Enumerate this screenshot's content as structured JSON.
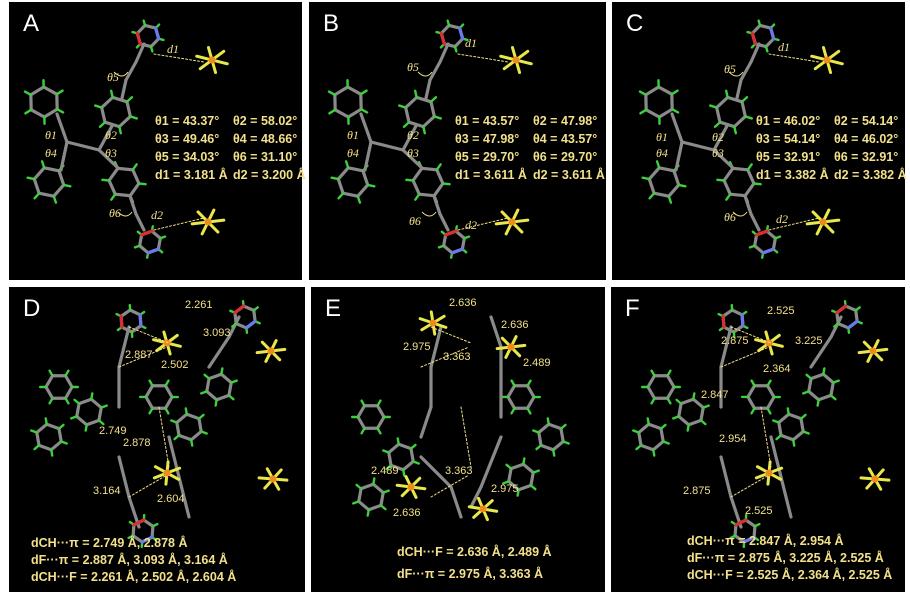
{
  "panels": [
    {
      "label": "A",
      "params": [
        [
          "θ1 = 43.37°",
          "θ2 = 58.02°"
        ],
        [
          "θ3 = 49.46°",
          "θ4 = 48.66°"
        ],
        [
          "θ5 = 34.03°",
          "θ6 = 31.10°"
        ],
        [
          "d1 = 3.181 Å",
          "d2 = 3.200 Å"
        ]
      ]
    },
    {
      "label": "B",
      "params": [
        [
          "θ1 = 43.57°",
          "θ2 = 47.98°"
        ],
        [
          "θ3 = 47.98°",
          "θ4 = 43.57°"
        ],
        [
          "θ5 = 29.70°",
          "θ6 = 29.70°"
        ],
        [
          "d1 = 3.611 Å",
          "d2 = 3.611 Å"
        ]
      ]
    },
    {
      "label": "C",
      "params": [
        [
          "θ1 = 46.02°",
          "θ2 = 54.14°"
        ],
        [
          "θ3 = 54.14°",
          "θ4 = 46.02°"
        ],
        [
          "θ5 = 32.91°",
          "θ6 = 32.91°"
        ],
        [
          "d1 = 3.382 Å",
          "d2 = 3.382 Å"
        ]
      ]
    },
    {
      "label": "D",
      "distances": [
        "2.261",
        "3.093",
        "2.887",
        "2.502",
        "2.749",
        "2.878",
        "3.164",
        "2.604"
      ],
      "summary": [
        "dCH···π = 2.749 Å, 2.878 Å",
        "dF···π = 2.887 Å, 3.093 Å, 3.164 Å",
        "dCH···F = 2.261 Å, 2.502 Å, 2.604 Å"
      ]
    },
    {
      "label": "E",
      "distances": [
        "2.636",
        "2.636",
        "2.975",
        "3.363",
        "2.489",
        "2.489",
        "3.363",
        "2.975",
        "2.636"
      ],
      "summary": [
        "dCH···F = 2.636 Å, 2.489 Å",
        "dF···π = 2.975 Å, 3.363 Å"
      ]
    },
    {
      "label": "F",
      "distances": [
        "2.525",
        "2.875",
        "3.225",
        "2.364",
        "2.847",
        "2.954",
        "2.875",
        "2.525"
      ],
      "summary": [
        "dCH···π = 2.847 Å, 2.954 Å",
        "dF···π = 2.875 Å, 3.225 Å, 2.525 Å",
        "dCH···F = 2.525 Å, 2.364 Å, 2.525 Å"
      ]
    }
  ],
  "angle_labels": {
    "t1": "θ1",
    "t2": "θ2",
    "t3": "θ3",
    "t4": "θ4",
    "t5": "θ5",
    "t6": "θ6",
    "d1": "d1",
    "d2": "d2"
  },
  "colors": {
    "panel_bg": "#000000",
    "bond": "#8a8a8a",
    "hydrogen": "#3ecf3e",
    "fluorine": "#e8e84a",
    "phosphorus": "#f08a1c",
    "nitrogen": "#6a7be8",
    "oxygen": "#d83030",
    "annotation": "#f2e08a"
  }
}
